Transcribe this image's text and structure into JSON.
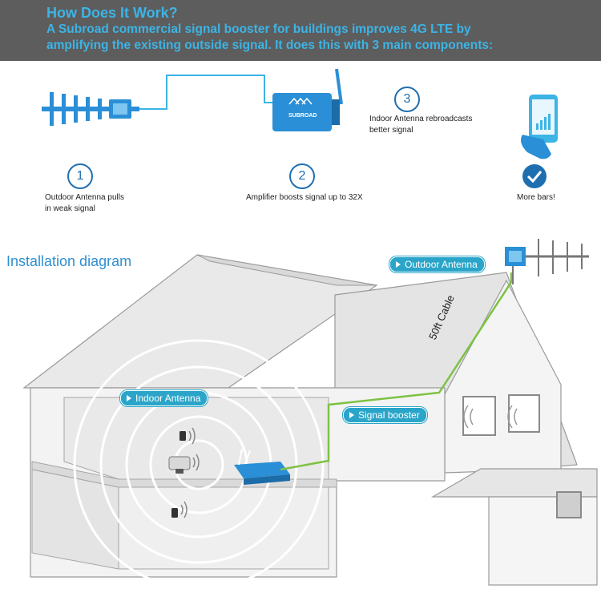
{
  "header": {
    "title": "How Does It Work?",
    "line1": "A Subroad commercial signal booster for buildings improves 4G LTE by",
    "line2": "amplifying the existing outside signal. It does this with 3 main components:"
  },
  "steps": [
    {
      "number": "1",
      "text_line1": "Outdoor Antenna pulls",
      "text_line2": "in weak signal"
    },
    {
      "number": "2",
      "text_line1": "Amplifier boosts signal up to 32X",
      "text_line2": ""
    },
    {
      "number": "3",
      "text_line1": "Indoor Antenna rebroadcasts",
      "text_line2": "better signal"
    }
  ],
  "more_bars": "More bars!",
  "booster_brand": "SUBROAD",
  "install_title": "Installation diagram",
  "tags": {
    "outdoor_antenna": "Outdoor Antenna",
    "indoor_antenna": "Indoor Antenna",
    "signal_booster": "Signal booster"
  },
  "cable_label": "50ft Cable",
  "colors": {
    "header_bg": "#5d5d5d",
    "accent_blue": "#3cb4e6",
    "device_blue": "#2a8fd6",
    "tag_bg": "#2aa5c9",
    "cable_green": "#7dc242"
  }
}
